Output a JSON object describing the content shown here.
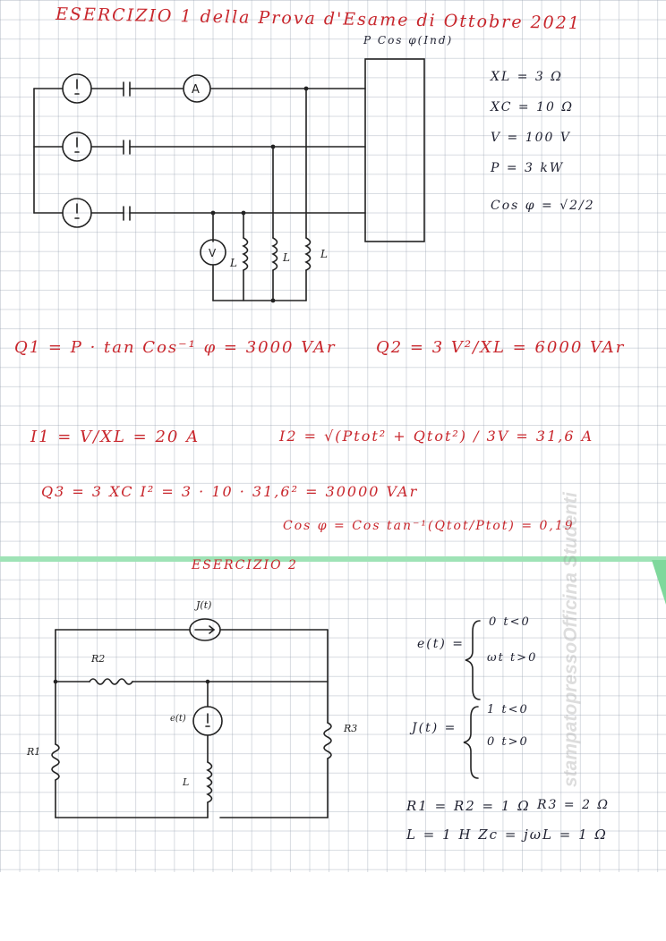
{
  "page": {
    "title1": "ESERCIZIO 1  della  Prova d'Esame  di  Ottobre 2021",
    "title2": "ESERCIZIO 2",
    "watermark": "stampatopressoOfficina Studenti"
  },
  "exercise1": {
    "load_label": "P  Cos φ(Ind)",
    "ammeter_symbol": "A",
    "voltmeter_symbol": "V",
    "inductor_labels": [
      "L",
      "L",
      "L"
    ],
    "parameters": [
      "XL = 3 Ω",
      "XC = 10 Ω",
      "V = 100 V",
      "P = 3 kW",
      "Cos φ = √2/2"
    ],
    "results": {
      "q1": "Q1 =  P · tan Cos⁻¹ φ =  3000 VAr",
      "q2": "Q2 = 3 V²/XL = 6000 VAr",
      "i1": "I1 = V/XL = 20 A",
      "i2": "I2 = √(Ptot² + Qtot²) / 3V = 31,6 A",
      "q3": "Q3 = 3 XC I² = 3 · 10 · 31,6² = 30000 VAr",
      "cosphi": "Cos φ = Cos tan⁻¹(Qtot/Ptot) = 0,19"
    }
  },
  "exercise2": {
    "labels": {
      "j_source": "J(t)",
      "r2": "R2",
      "e_source": "e(t)",
      "r1": "R1",
      "r3": "R3",
      "l": "L"
    },
    "e_def": [
      "e(t) =",
      "0   t<0",
      "ωt   t>0"
    ],
    "j_def": [
      "J(t) =",
      "1   t<0",
      "0   t>0"
    ],
    "params": [
      "R1 = R2 = 1 Ω",
      "R3 = 2 Ω",
      "L = 1 H  Zc = jωL = 1 Ω"
    ]
  }
}
